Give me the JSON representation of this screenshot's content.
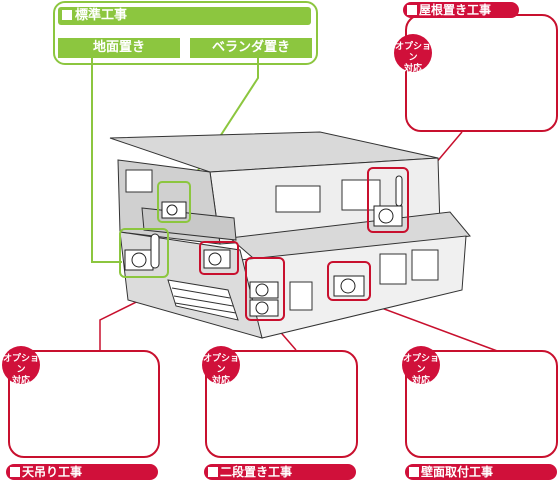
{
  "standard": {
    "title": "標準工事",
    "options": [
      "地面置き",
      "ベランダ置き"
    ]
  },
  "option_badge": {
    "line1": "オプション",
    "line2": "対応"
  },
  "callouts": [
    {
      "id": "roof",
      "label": "屋根置き工事"
    },
    {
      "id": "ceiling",
      "label": "天吊り工事"
    },
    {
      "id": "two-tier",
      "label": "二段置き工事"
    },
    {
      "id": "wall",
      "label": "壁面取付工事"
    }
  ],
  "colors": {
    "standard_green": "#8cc63f",
    "option_red": "#c8102e"
  }
}
